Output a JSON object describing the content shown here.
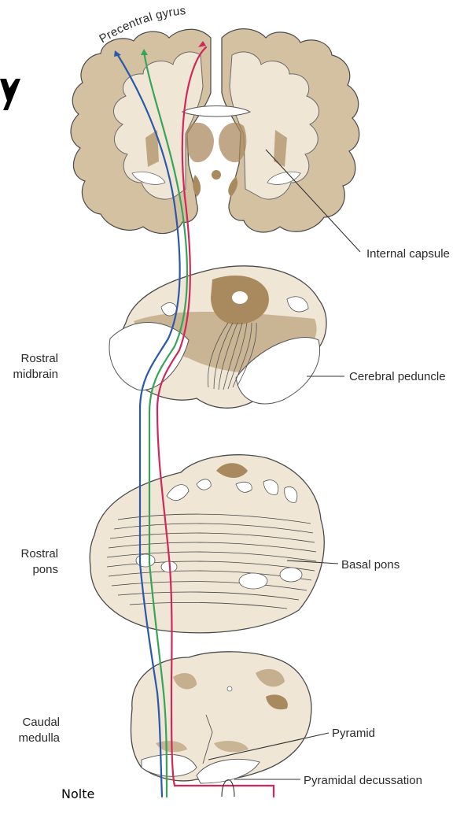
{
  "labels": {
    "precentral_gyrus": "Precentral gyrus",
    "internal_capsule": "Internal capsule",
    "rostral_midbrain_1": "Rostral",
    "rostral_midbrain_2": "midbrain",
    "cerebral_peduncle": "Cerebral peduncle",
    "rostral_pons_1": "Rostral",
    "rostral_pons_2": "pons",
    "basal_pons": "Basal pons",
    "caudal_medulla_1": "Caudal",
    "caudal_medulla_2": "medulla",
    "pyramid": "Pyramid",
    "pyramidal_decussation": "Pyramidal decussation",
    "credit": "Nolte"
  },
  "colors": {
    "tissue_light": "#efe6d6",
    "tissue_mid": "#d4c1a2",
    "tissue_dark": "#a98a5f",
    "outline": "#4a4a4a",
    "tract_blue": "#2b58a8",
    "tract_green": "#3aa35a",
    "tract_red": "#d0285a"
  }
}
